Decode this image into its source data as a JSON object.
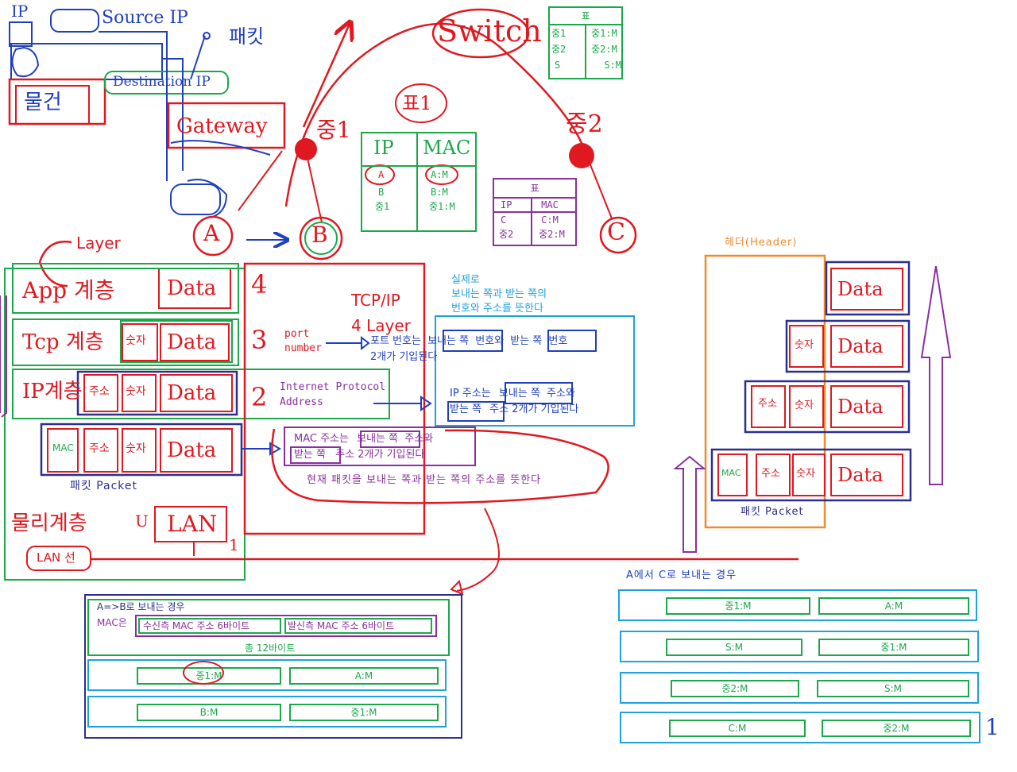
{
  "colors": {
    "red": "#e0181f",
    "blue": "#1f3fbf",
    "navy": "#2b2f8f",
    "green": "#1aa84a",
    "purple": "#8a2f9f",
    "cyan": "#1fa0e0",
    "orange": "#f08a2a"
  },
  "top_left": {
    "ip_short": "IP",
    "source_ip": "Source IP",
    "destination_ip": "Destination IP",
    "packet": "패킷",
    "goods": "물건",
    "gateway": "Gateway"
  },
  "network": {
    "node_a": "A",
    "node_b": "B",
    "node_c": "C",
    "relay1": "중1",
    "relay2": "중2",
    "switch": "Switch",
    "table_label": "표1"
  },
  "switch_table": {
    "title": "표",
    "rows": [
      [
        "중1",
        "중1:M"
      ],
      [
        "중2",
        "중2:M"
      ],
      [
        "S",
        "S:M"
      ]
    ]
  },
  "table1": {
    "headers": [
      "IP",
      "MAC"
    ],
    "rows": [
      [
        "A",
        "A:M"
      ],
      [
        "B",
        "B:M"
      ],
      [
        "중1",
        "중1:M"
      ]
    ]
  },
  "table2": {
    "title": "표",
    "headers": [
      "IP",
      "MAC"
    ],
    "rows": [
      [
        "C",
        "C:M"
      ],
      [
        "중2",
        "중2:M"
      ]
    ]
  },
  "layers": {
    "title": "Layer",
    "app": "App 계층",
    "tcp": "Tcp 계층",
    "ip": "IP계층",
    "physical": "물리계층",
    "data": "Data",
    "number": "숫자",
    "address": "주소",
    "mac": "MAC",
    "packet_caption": "패킷 Packet",
    "lan_cable": "LAN 선",
    "lan": "LAN",
    "u_label": "U",
    "num4": "4",
    "num3": "3",
    "num2": "2",
    "num1": "1",
    "tcpip": "TCP/IP",
    "four_layer": "4 Layer",
    "port_number": "port\nnumber",
    "internet_protocol": "Internet Protocol\nAddress"
  },
  "notes": {
    "actually": "실제로\n보내는 쪽과 받는 쪽의\n번호와 주소를 뜻한다",
    "port_prefix": "포트 번호는",
    "sender": "보내는 쪽",
    "port_mid": "번호와",
    "receiver": "받는 쪽",
    "port_suffix": "번호",
    "port_line2": "2개가 기입된다",
    "ip_prefix": "IP 주소는",
    "ip_mid": "주소와",
    "ip_line2_suffix": "주소 2개가 기입된다",
    "mac_prefix": "MAC 주소는",
    "mac_mid": "주소와",
    "mac_line2_suffix": "주소 2개가 기입된다",
    "current": "현재 패킷을 보내는 쪽과 받는 쪽의 주소를 뜻한다"
  },
  "header_panel": {
    "title": "헤더(Header)",
    "data": "Data",
    "number": "숫자",
    "address": "주소",
    "mac": "MAC",
    "caption": "패킷 Packet"
  },
  "a_to_b": {
    "title": "A=>B로 보내는 경우",
    "mac_label": "MAC은",
    "receiver_mac": "수신측 MAC 주소 6바이트",
    "sender_mac": "발신측 MAC 주소 6바이트",
    "total": "총 12바이트",
    "rows": [
      [
        "중1:M",
        "A:M"
      ],
      [
        "B:M",
        "중1:M"
      ]
    ]
  },
  "a_to_c": {
    "title": "A에서 C로 보내는 경우",
    "rows": [
      [
        "중1:M",
        "A:M"
      ],
      [
        "S:M",
        "중1:M"
      ],
      [
        "중2:M",
        "S:M"
      ],
      [
        "C:M",
        "중2:M"
      ]
    ],
    "mark": "1"
  }
}
